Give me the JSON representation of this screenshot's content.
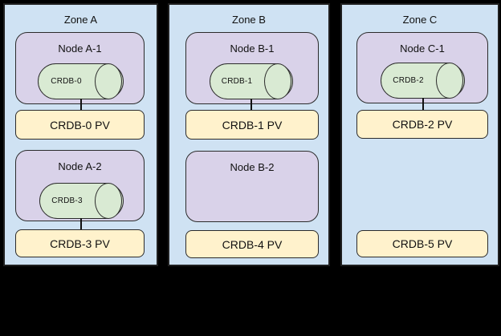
{
  "canvas": {
    "background": "#000000"
  },
  "palette": {
    "zone_fill": "#cfe2f3",
    "node_fill": "#d9d2e9",
    "pod_fill": "#d9ead3",
    "pv_fill": "#fff2cc",
    "stroke": "#1f1f1f",
    "text": "#111111"
  },
  "zones": [
    {
      "label": "Zone A",
      "node1": {
        "label": "Node A-1",
        "pod": "CRDB-0"
      },
      "pv1": "CRDB-0 PV",
      "node2": {
        "label": "Node A-2",
        "pod": "CRDB-3"
      },
      "pv2": "CRDB-3 PV"
    },
    {
      "label": "Zone B",
      "node1": {
        "label": "Node B-1",
        "pod": "CRDB-1"
      },
      "pv1": "CRDB-1 PV",
      "node2": {
        "label": "Node B-2"
      },
      "pv2": "CRDB-4 PV"
    },
    {
      "label": "Zone C",
      "node1": {
        "label": "Node C-1",
        "pod": "CRDB-2"
      },
      "pv1": "CRDB-2 PV",
      "pv2": "CRDB-5 PV"
    }
  ]
}
